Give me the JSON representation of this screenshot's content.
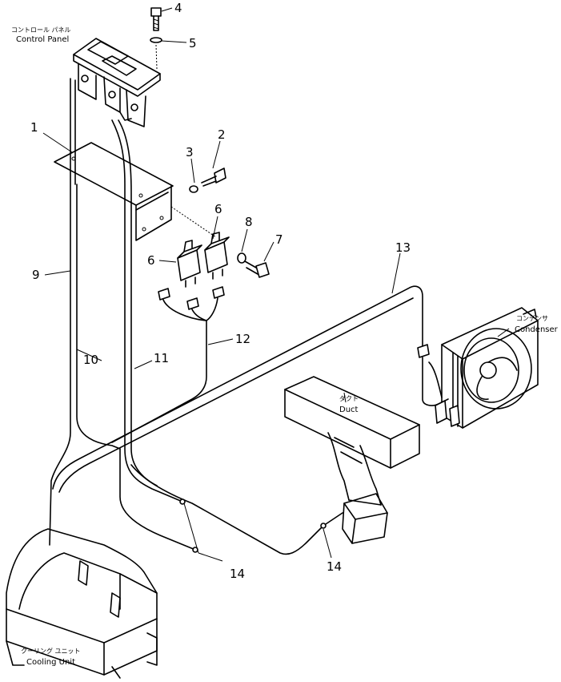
{
  "captions": {
    "control_panel_jp": "コントロール パネル",
    "control_panel_en": "Control Panel",
    "condenser_jp": "コンデンサ",
    "condenser_en": "Condenser",
    "duct_jp": "ダクト",
    "duct_en": "Duct",
    "cooling_unit_jp": "クーリング ユニット",
    "cooling_unit_en": "Cooling Unit"
  },
  "callouts": {
    "c1": "1",
    "c2": "2",
    "c3": "3",
    "c4": "4",
    "c5": "5",
    "c6a": "6",
    "c6b": "6",
    "c7": "7",
    "c8": "8",
    "c9": "9",
    "c10": "10",
    "c11": "11",
    "c12": "12",
    "c13": "13",
    "c14a": "14",
    "c14b": "14"
  }
}
